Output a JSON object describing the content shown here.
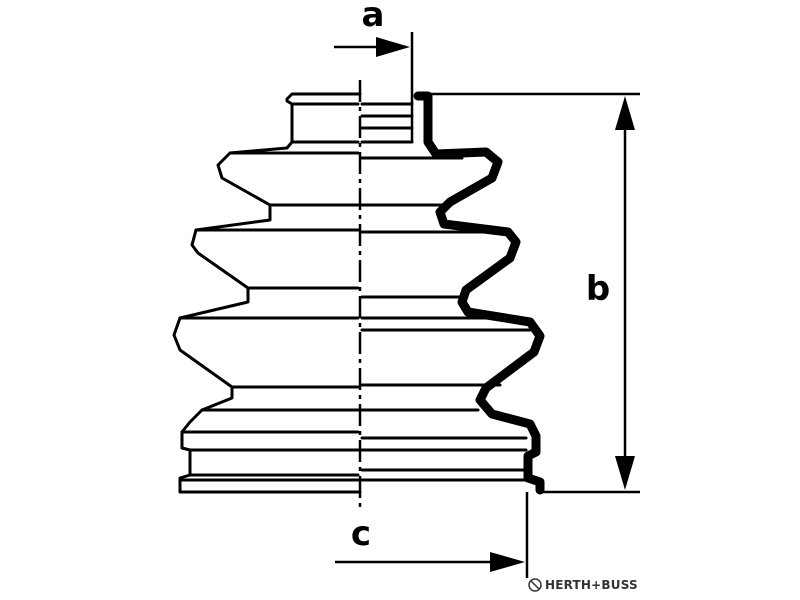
{
  "diagram": {
    "dimension_labels": {
      "a": "a",
      "b": "b",
      "c": "c"
    },
    "brand": {
      "icon": "herth-buss-logo-icon",
      "text": "HERTH+BUSS"
    }
  }
}
